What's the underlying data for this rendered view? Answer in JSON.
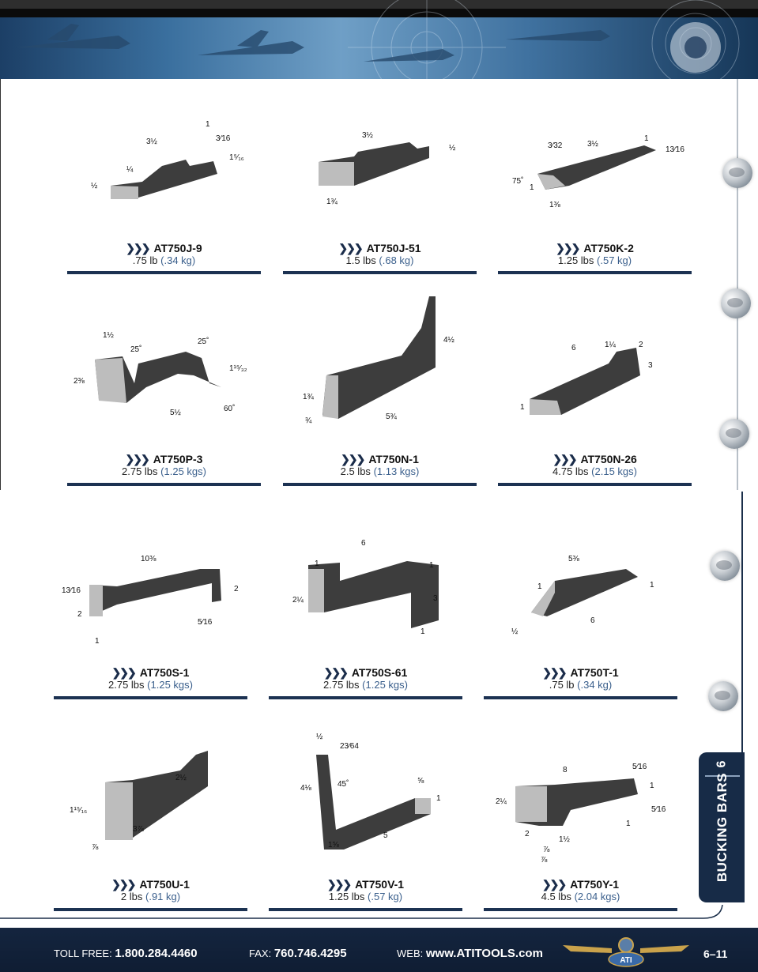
{
  "colors": {
    "navy": "#172b47",
    "kg_blue": "#3a5f8c",
    "rule": "#1c3252"
  },
  "tab": {
    "number": "6",
    "label": "BUCKING BARS"
  },
  "products": [
    {
      "name": "AT750J-9",
      "weight": ".75 lb",
      "metric": "(.34 kg)",
      "dims": [
        "3½",
        "1",
        "3⁄16",
        "1⁵⁄₁₆",
        "¼",
        "½"
      ]
    },
    {
      "name": "AT750J-51",
      "weight": "1.5 lbs",
      "metric": "(.68 kg)",
      "dims": [
        "3½",
        "½",
        "1¾"
      ]
    },
    {
      "name": "AT750K-2",
      "weight": "1.25 lbs",
      "metric": "(.57 kg)",
      "dims": [
        "3⁄32",
        "3½",
        "1",
        "13⁄16",
        "75˚",
        "1",
        "1⅜"
      ]
    },
    {
      "name": "AT750P-3",
      "weight": "2.75 lbs",
      "metric": "(1.25 kgs)",
      "dims": [
        "1½",
        "25˚",
        "25˚",
        "2⅜",
        "1¹⁵⁄₃₂",
        "5½",
        "60˚"
      ]
    },
    {
      "name": "AT750N-1",
      "weight": "2.5 lbs",
      "metric": "(1.13 kgs)",
      "dims": [
        "4½",
        "1¾",
        "¾",
        "5¾"
      ]
    },
    {
      "name": "AT750N-26",
      "weight": "4.75 lbs",
      "metric": "(2.15 kgs)",
      "dims": [
        "6",
        "1¼",
        "2",
        "3",
        "1"
      ]
    },
    {
      "name": "AT750S-1",
      "weight": "2.75 lbs",
      "metric": "(1.25 kgs)",
      "dims": [
        "10⅜",
        "13⁄16",
        "2",
        "2",
        "5⁄16",
        "1"
      ]
    },
    {
      "name": "AT750S-61",
      "weight": "2.75 lbs",
      "metric": "(1.25 kgs)",
      "dims": [
        "6",
        "1",
        "1",
        "2¼",
        "3",
        "1"
      ]
    },
    {
      "name": "AT750T-1",
      "weight": ".75 lb",
      "metric": "(.34 kg)",
      "dims": [
        "5⅜",
        "1",
        "1",
        "½",
        "6"
      ]
    },
    {
      "name": "AT750U-1",
      "weight": "2 lbs",
      "metric": "(.91 kg)",
      "dims": [
        "2½",
        "1¹⁵⁄₁₆",
        "3⅞",
        "⅞"
      ]
    },
    {
      "name": "AT750V-1",
      "weight": "1.25 lbs",
      "metric": "(.57 kg)",
      "dims": [
        "½",
        "23⁄64",
        "4⅛",
        "45˚",
        "⅝",
        "1",
        "5",
        "1⅝"
      ]
    },
    {
      "name": "AT750Y-1",
      "weight": "4.5 lbs",
      "metric": "(2.04 kgs)",
      "dims": [
        "8",
        "5⁄16",
        "1",
        "2¼",
        "5⁄16",
        "1",
        "2",
        "⅞",
        "1½",
        "⅞"
      ]
    }
  ],
  "footer": {
    "toll_label": "TOLL FREE:",
    "toll_value": "1.800.284.4460",
    "fax_label": "FAX:",
    "fax_value": "760.746.4295",
    "web_label": "WEB:",
    "web_value": "www.ATITOOLS.com",
    "page": "6–11",
    "logo_text": "ATI"
  }
}
